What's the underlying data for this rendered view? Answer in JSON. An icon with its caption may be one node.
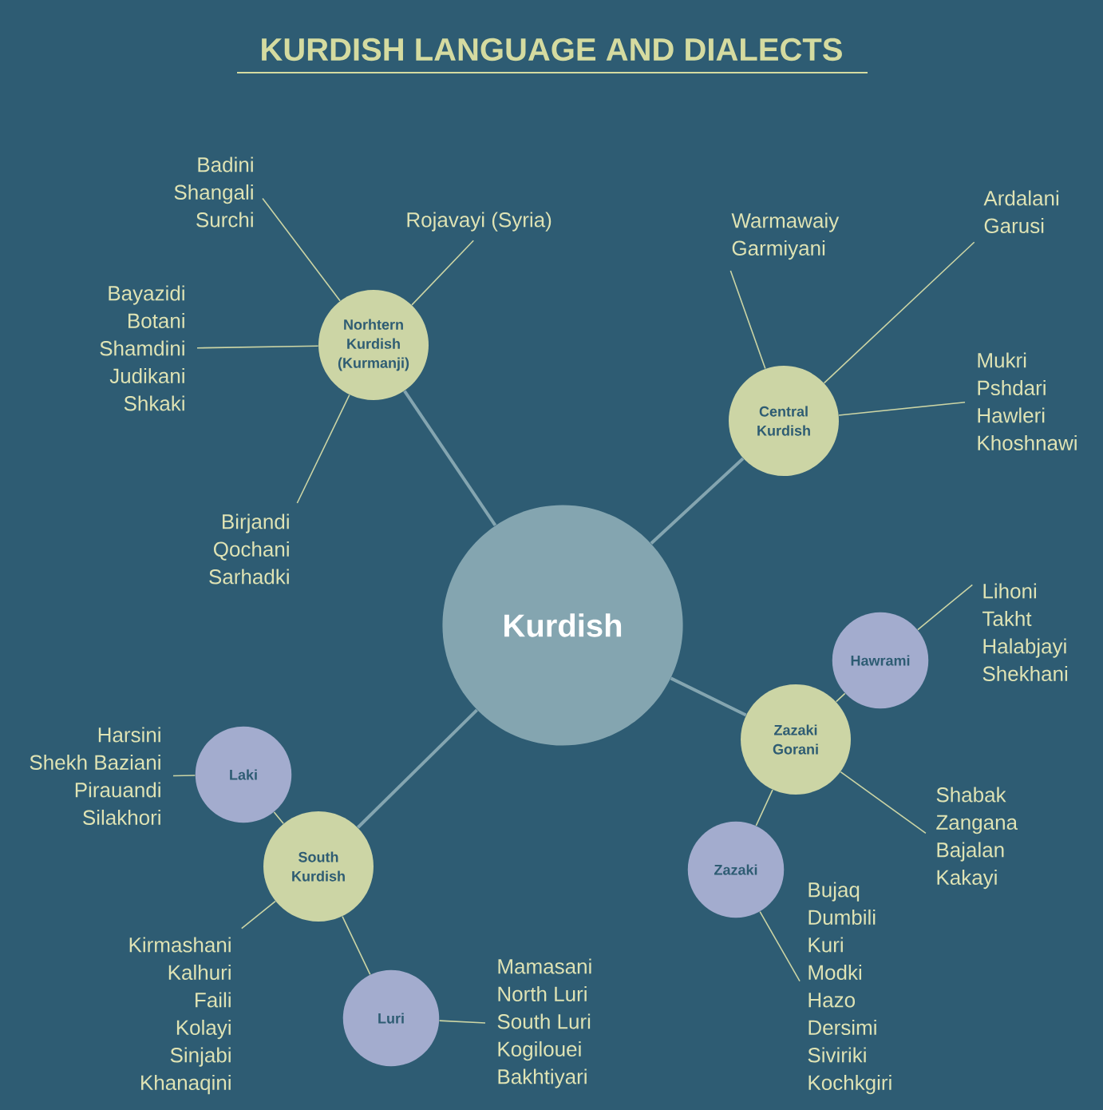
{
  "diagram": {
    "title": "KURDISH LANGUAGE AND DIALECTS",
    "nodes": [
      {
        "text": [
          "Kurdish"
        ]
      },
      {
        "text": [
          "Norhtern Kurdish (Kurmanji)"
        ]
      },
      {
        "text": [
          "Central Kurdish"
        ]
      },
      {
        "text": [
          "Zazaki Gorani"
        ]
      },
      {
        "text": [
          "South Kurdish"
        ]
      },
      {
        "text": [
          "Hawrami"
        ]
      },
      {
        "text": [
          "Zazaki"
        ]
      },
      {
        "text": [
          "Laki"
        ]
      },
      {
        "text": [
          "Luri"
        ]
      },
      {
        "text": [
          "Badini",
          "Shangali",
          "Surchi"
        ]
      },
      {
        "text": [
          "Rojavayi (Syria)"
        ]
      },
      {
        "text": [
          "Bayazidi",
          "Botani",
          "Shamdini",
          "Judikani",
          "Shkaki"
        ]
      },
      {
        "text": [
          "Birjandi",
          "Qochani",
          "Sarhadki"
        ]
      },
      {
        "text": [
          "Warmawaiy",
          "Garmiyani"
        ]
      },
      {
        "text": [
          "Ardalani",
          "Garusi"
        ]
      },
      {
        "text": [
          "Mukri",
          "Pshdari",
          "Hawleri",
          "Khoshnawi"
        ]
      },
      {
        "text": [
          "Lihoni",
          "Takht",
          "Halabjayi",
          "Shekhani"
        ]
      },
      {
        "text": [
          "Shabak",
          "Zangana",
          "Bajalan",
          "Kakayi"
        ]
      },
      {
        "text": [
          "Bujaq",
          "Dumbili",
          "Kuri",
          "Modki",
          "Hazo",
          "Dersimi",
          "Siviriki",
          "Kochkgiri"
        ]
      },
      {
        "text": [
          "Harsini",
          "Shekh Baziani",
          "Pirauandi",
          "Silakhori"
        ]
      },
      {
        "text": [
          "Kirmashani",
          "Kalhuri",
          "Faili",
          "Kolayi",
          "Sinjabi",
          "Khanaqini"
        ]
      },
      {
        "text": [
          "Mamasani",
          "North Luri",
          "South Luri",
          "Kogilouei",
          "Bakhtiyari"
        ]
      }
    ],
    "edges": [
      {
        "from": 0,
        "to": 1,
        "arrow": "none",
        "style": "thick",
        "color": "#84a5b0"
      },
      {
        "from": 0,
        "to": 2,
        "arrow": "none",
        "style": "thick",
        "color": "#84a5b0"
      },
      {
        "from": 0,
        "to": 3,
        "arrow": "none",
        "style": "thick",
        "color": "#84a5b0"
      },
      {
        "from": 0,
        "to": 4,
        "arrow": "none",
        "style": "thick",
        "color": "#84a5b0"
      },
      {
        "from": 3,
        "to": 5,
        "arrow": "none"
      },
      {
        "from": 3,
        "to": 6,
        "arrow": "none"
      },
      {
        "from": 4,
        "to": 7,
        "arrow": "none"
      },
      {
        "from": 4,
        "to": 8,
        "arrow": "none"
      },
      {
        "from": 1,
        "to": 9,
        "arrow": "none"
      },
      {
        "from": 1,
        "to": 10,
        "arrow": "none"
      },
      {
        "from": 1,
        "to": 11,
        "arrow": "none"
      },
      {
        "from": 1,
        "to": 12,
        "arrow": "none"
      },
      {
        "from": 2,
        "to": 13,
        "arrow": "none"
      },
      {
        "from": 2,
        "to": 14,
        "arrow": "none"
      },
      {
        "from": 2,
        "to": 15,
        "arrow": "none"
      },
      {
        "from": 5,
        "to": 16,
        "arrow": "none"
      },
      {
        "from": 3,
        "to": 17,
        "arrow": "none"
      },
      {
        "from": 6,
        "to": 18,
        "arrow": "none"
      },
      {
        "from": 7,
        "to": 19,
        "arrow": "none"
      },
      {
        "from": 4,
        "to": 20,
        "arrow": "none"
      },
      {
        "from": 8,
        "to": 21,
        "arrow": "none"
      }
    ]
  }
}
